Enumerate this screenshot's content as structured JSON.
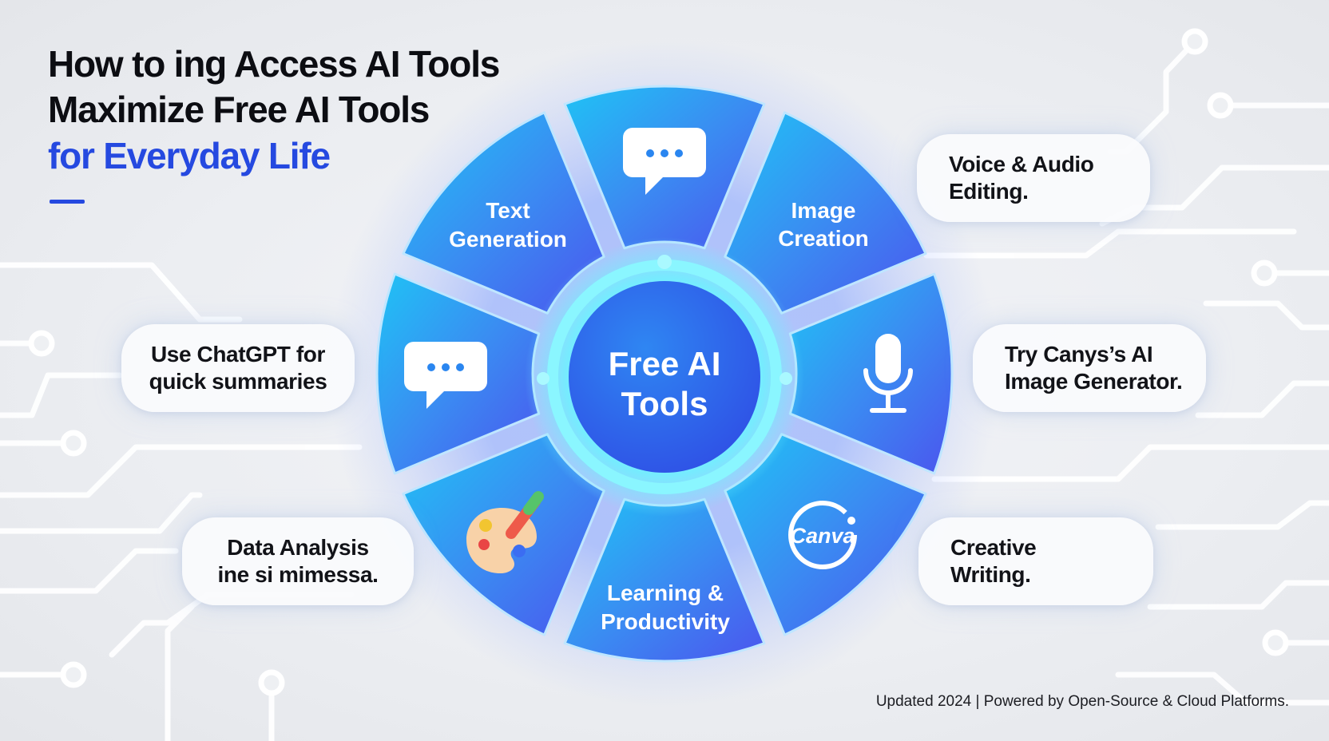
{
  "title": {
    "line1": "How to ing Access AI Tools",
    "line2": "Maximize Free AI Tools",
    "line3": "for Everyday Life"
  },
  "hub": {
    "line1": "Free AI",
    "line2": "Tools"
  },
  "segments": {
    "text_generation": {
      "line1": "Text",
      "line2": "Generation"
    },
    "image_creation": {
      "line1": "Image",
      "line2": "Creation"
    },
    "learning_productivity": {
      "line1": "Learning &",
      "line2": "Productivity"
    },
    "canva_logo": "Canva"
  },
  "callouts": {
    "voice_audio": {
      "line1": "Voice & Audio",
      "line2": "Editing."
    },
    "chatgpt": {
      "line1": "Use ChatGPT for",
      "line2": "quick summaries"
    },
    "canva": {
      "line1": "Try Canys’s AI",
      "line2": "Image Generator."
    },
    "data_analysis": {
      "line1": "Data Analysis",
      "line2": "ine si mimessa."
    },
    "creative_writing": {
      "line1": "Creative",
      "line2": "Writing."
    }
  },
  "footer": "Updated 2024  |  Powered by Open-Source & Cloud Platforms.",
  "colors": {
    "accent": "#2549e0",
    "segment_light": "#26b9f0",
    "segment_dark": "#4a5ef0",
    "hub_glow": "#5ee6ff"
  },
  "icons": [
    "chat-bubble-icon",
    "chat-bubble-icon",
    "microphone-icon",
    "palette-icon",
    "canva-logo-icon"
  ]
}
